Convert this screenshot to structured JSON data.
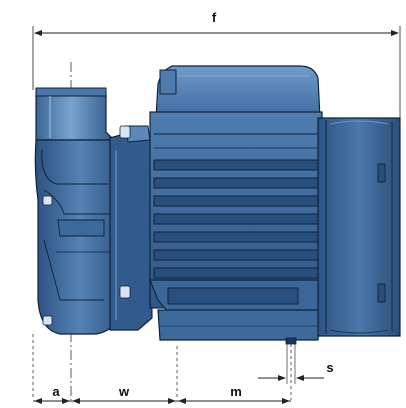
{
  "diagram": {
    "dimension_labels": {
      "overall_length": "f",
      "suction_offset": "a",
      "axis_to_foot": "w",
      "foot_spacing": "m",
      "foot_hole": "s"
    },
    "colors": {
      "body_dark": "#24476e",
      "body_mid": "#3a6595",
      "body_light": "#5a86b8",
      "body_highlight": "#7ea6d2",
      "outline": "#10223a",
      "dimension_line": "#222222"
    }
  }
}
